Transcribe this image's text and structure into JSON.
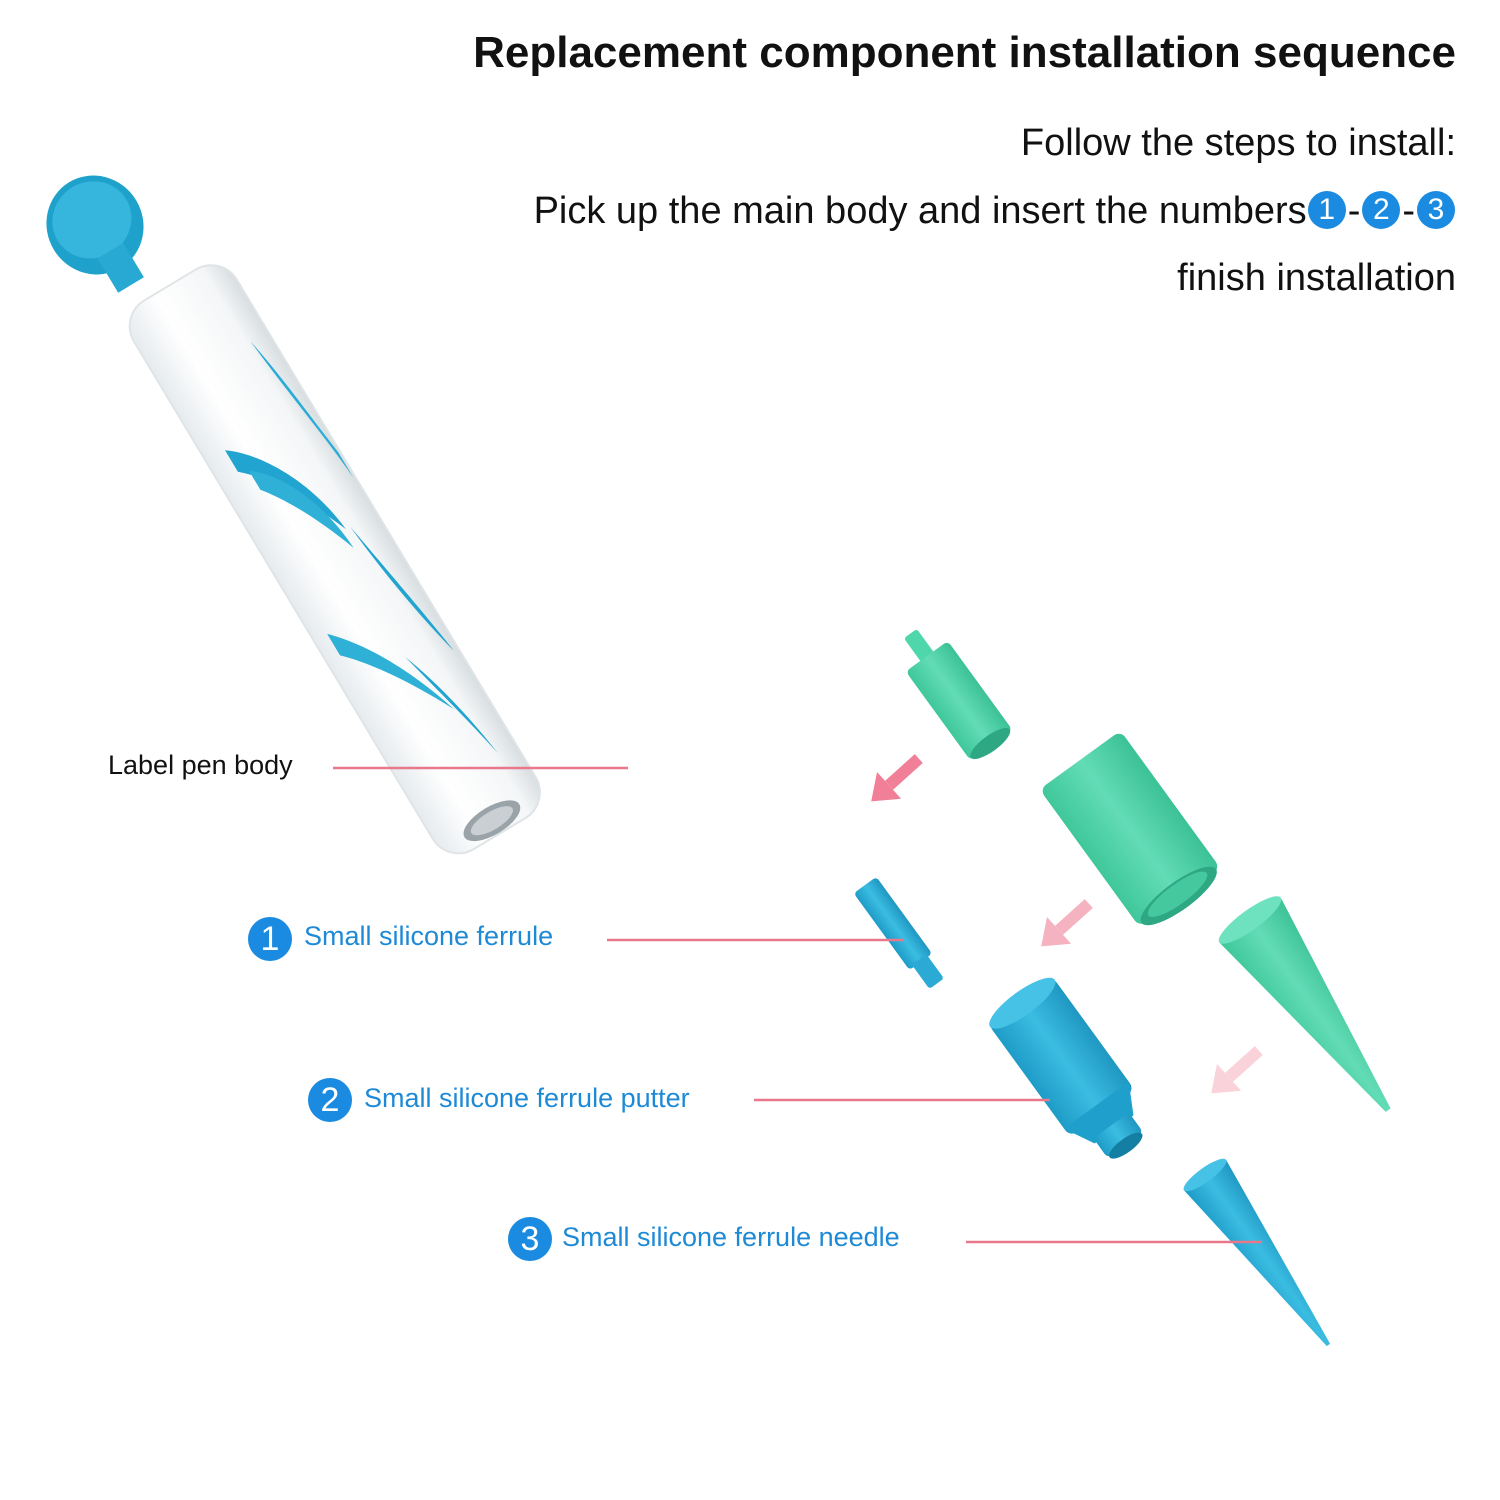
{
  "header": {
    "title": "Replacement component installation sequence",
    "line1": "Follow the steps to install:",
    "line2_prefix": "Pick up the main body and insert  the numbers",
    "step_badges": [
      "1",
      "2",
      "3"
    ],
    "step_separator": "-",
    "line3": "finish installation"
  },
  "labels": {
    "pen_body": "Label pen body",
    "ferrule": {
      "number": "1",
      "text": "Small silicone ferrule"
    },
    "putter": {
      "number": "2",
      "text": "Small silicone ferrule putter"
    },
    "needle": {
      "number": "3",
      "text": "Small silicone ferrule needle"
    }
  },
  "colors": {
    "blue_part": "#2fb0d6",
    "green_part": "#4fd6aa",
    "leader_line": "#e8788a",
    "arrow": "#f07f97",
    "badge": "#1a8be0",
    "label_text": "#1e8ad6"
  }
}
